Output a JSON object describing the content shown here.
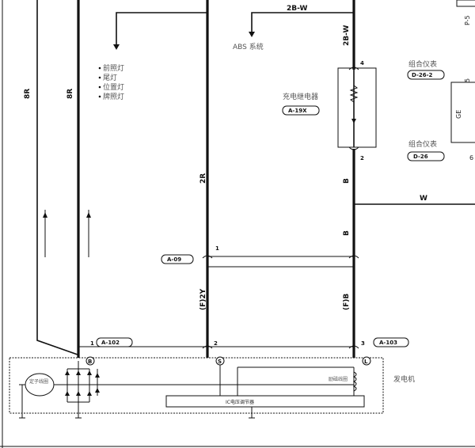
{
  "wires": {
    "top_wire": "2B-W",
    "right_top": "2B-W",
    "right_mid1": "B",
    "right_mid2": "B",
    "right_low": "(F)B",
    "center_2r": "2R",
    "center_f2y": "(F)2Y",
    "left_8r_1": "8R",
    "left_8r_2": "8R",
    "horiz_w": "W"
  },
  "labels": {
    "abs": "ABS 系统",
    "lamps": [
      "前照灯",
      "尾灯",
      "位置灯",
      "牌照灯"
    ],
    "charge_relay": "充电继电器",
    "charge_relay_conn": "A-19X",
    "combo_meter_1": "组合仪表",
    "combo_meter_1_conn": "D-26-2",
    "combo_meter_2": "组合仪表",
    "combo_meter_2_conn": "D-26",
    "generator": "发电机",
    "stator": "定子线圈",
    "field_coil": "励磁线圈",
    "regulator": "IC电压调节器",
    "conn_a09": "A-09",
    "conn_a102": "A-102",
    "conn_a103": "A-103",
    "terminal_b": "B",
    "terminal_s": "S",
    "terminal_l": "L",
    "right_edge_top": "P-5",
    "right_edge_mid": "5",
    "right_edge_low": "6",
    "right_edge_box": "GE"
  },
  "pins": {
    "relay_top": "4",
    "relay_bottom": "2",
    "a09_pin": "1",
    "a102_pin": "1",
    "center_bottom_pin": "2",
    "a103_pin": "3"
  }
}
